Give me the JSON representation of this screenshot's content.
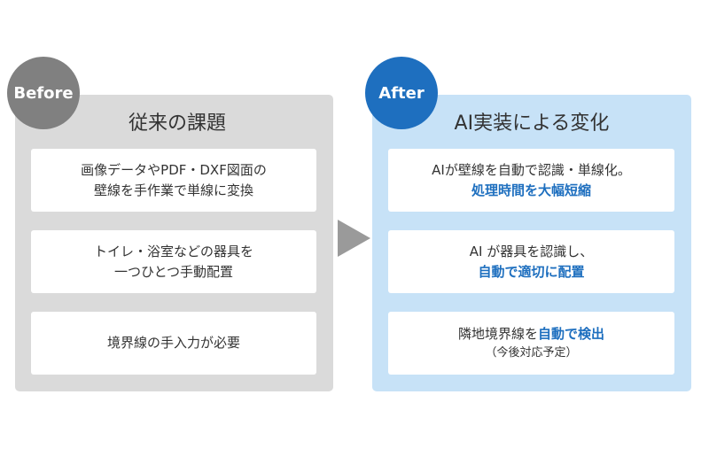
{
  "before": {
    "badge": "Before",
    "title": "従来の課題",
    "cards": [
      {
        "line1": "画像データやPDF・DXF図面の",
        "line2": "壁線を手作業で単線に変換"
      },
      {
        "line1": "トイレ・浴室などの器具を",
        "line2": "一つひとつ手動配置"
      },
      {
        "line1": "境界線の手入力が必要"
      }
    ]
  },
  "after": {
    "badge": "After",
    "title": "AI実装による変化",
    "cards": [
      {
        "line1": "AIが壁線を自動で認識・単線化。",
        "line2_highlight": "処理時間を大幅短縮"
      },
      {
        "line1": "AI が器具を認識し、",
        "line2_highlight": "自動で適切に配置"
      },
      {
        "line1_plain": "隣地境界線を",
        "line1_highlight": "自動で検出",
        "line2_note": "（今後対応予定）"
      }
    ]
  },
  "colors": {
    "before_panel": "#dadada",
    "after_panel": "#c7e2f7",
    "before_badge": "#808080",
    "after_badge": "#1e6fbf",
    "highlight": "#1e6fbf",
    "arrow": "#9a9a9a"
  },
  "icons": {
    "arrow": "right-triangle-arrow"
  }
}
